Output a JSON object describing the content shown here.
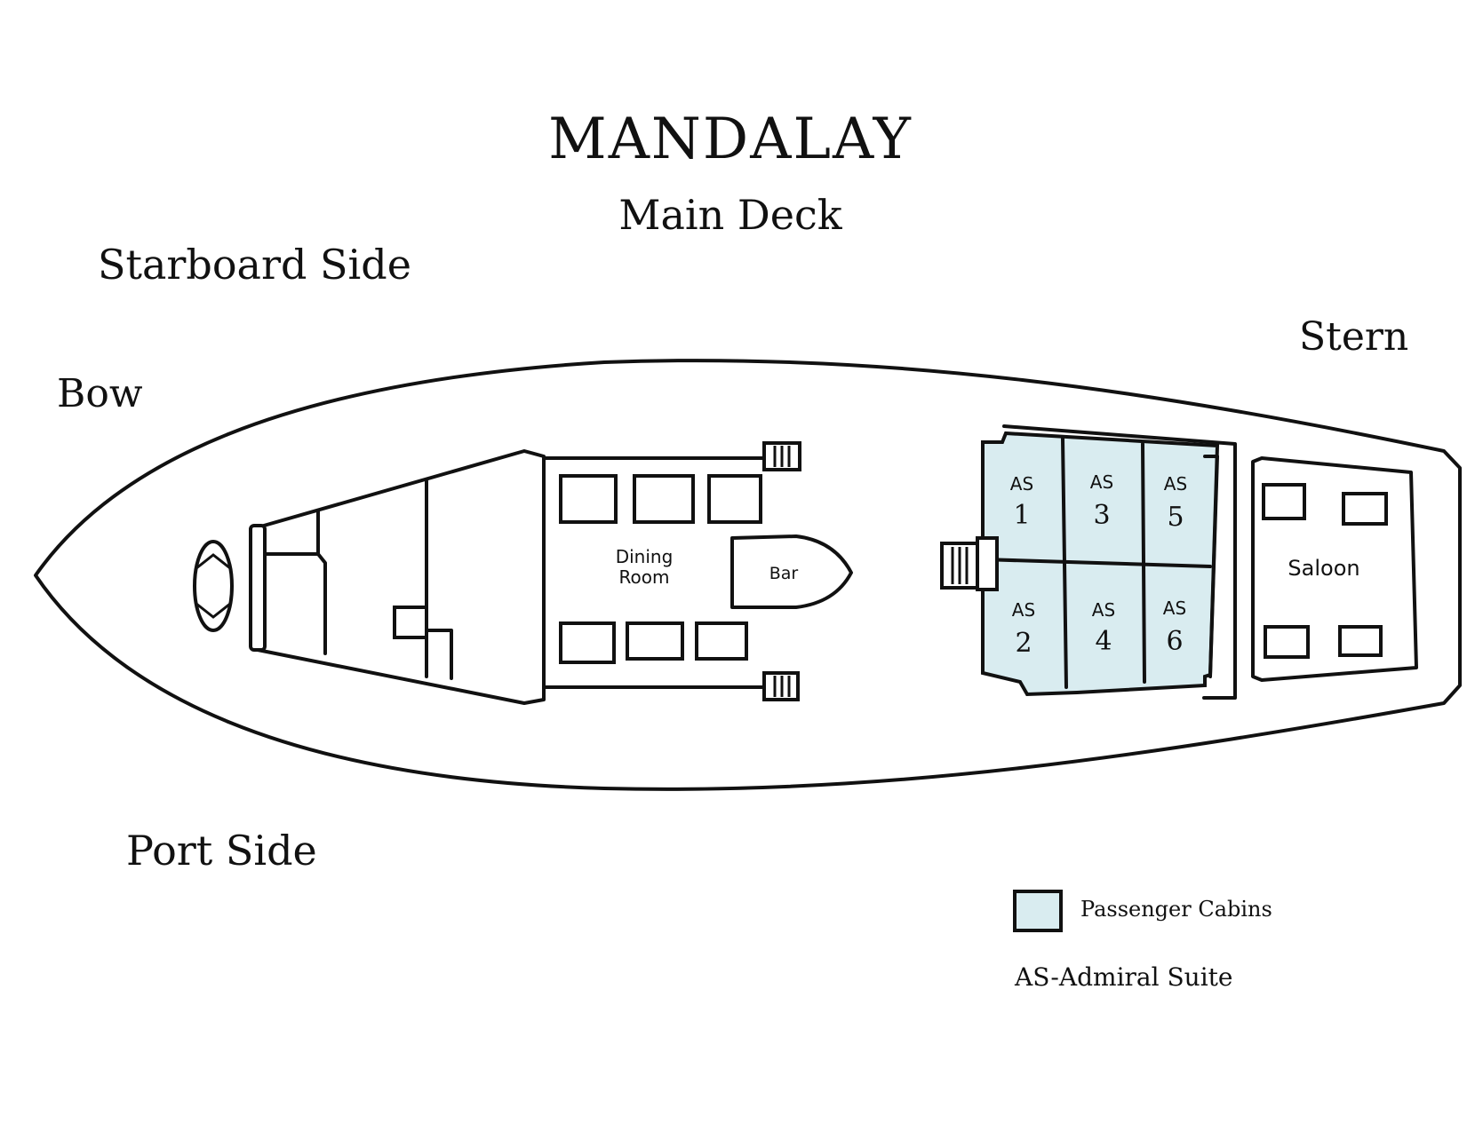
{
  "title": "Mandalay",
  "subtitle": "Main Deck",
  "labels": {
    "starboard": "Starboard Side",
    "port": "Port Side",
    "bow": "Bow",
    "stern": "Stern"
  },
  "rooms": {
    "dining_line1": "Dining",
    "dining_line2": "Room",
    "bar": "Bar",
    "saloon": "Saloon"
  },
  "cabins": [
    {
      "code": "AS",
      "num": "1"
    },
    {
      "code": "AS",
      "num": "3"
    },
    {
      "code": "AS",
      "num": "5"
    },
    {
      "code": "AS",
      "num": "2"
    },
    {
      "code": "AS",
      "num": "4"
    },
    {
      "code": "AS",
      "num": "6"
    }
  ],
  "legend": {
    "cabins_label": "Passenger Cabins",
    "abbrev": "AS-Admiral Suite"
  },
  "colors": {
    "cabin_fill": "#d9ecf0",
    "ink": "#111111"
  }
}
